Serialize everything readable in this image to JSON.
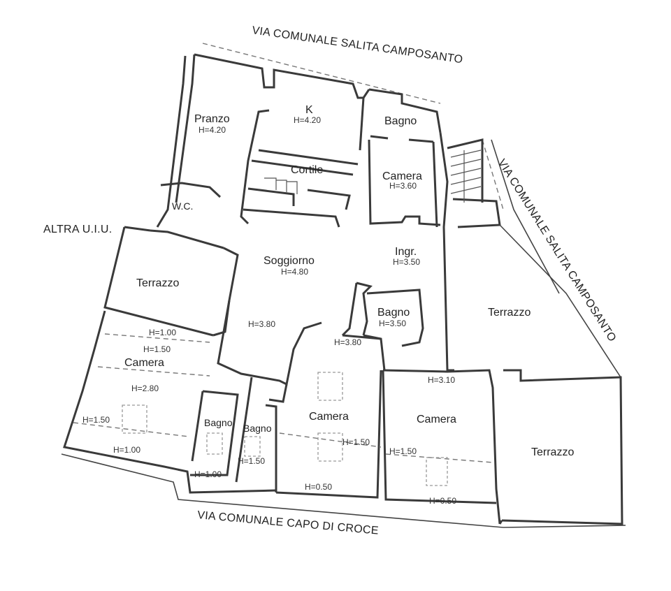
{
  "streets": {
    "top": "VIA COMUNALE SALITA CAMPOSANTO",
    "right": "VIA COMUNALE SALITA CAMPOSANTO",
    "bottom": "VIA COMUNALE CAPO DI CROCE",
    "left": "ALTRA U.I.U."
  },
  "rooms": {
    "pranzo": {
      "name": "Pranzo",
      "h": "H=4.20"
    },
    "kitchen": {
      "name": "K",
      "h": "H=4.20"
    },
    "bagno_top": {
      "name": "Bagno"
    },
    "cortile": {
      "name": "Cortile"
    },
    "camera_top": {
      "name": "Camera",
      "h": "H=3.60"
    },
    "wc": {
      "name": "W.C."
    },
    "soggiorno": {
      "name": "Soggiorno",
      "h": "H=4.80"
    },
    "ingresso": {
      "name": "Ingr.",
      "h": "H=3.50"
    },
    "terrazzo_left": {
      "name": "Terrazzo"
    },
    "bagno_mid": {
      "name": "Bagno",
      "h": "H=3.50"
    },
    "terrazzo_right": {
      "name": "Terrazzo"
    },
    "soggiorno_h2": "H=3.80",
    "corridor_h": "H=3.80",
    "camera_left": {
      "name": "Camera",
      "h1": "H=1.00",
      "h2": "H=1.50",
      "h3": "H=2.80",
      "h4": "H=1.50",
      "h5": "H=1.00"
    },
    "bagno_a": {
      "name": "Bagno",
      "h": "H=1.00"
    },
    "bagno_b": {
      "name": "Bagno",
      "h": "H=1.50"
    },
    "camera_mid": {
      "name": "Camera",
      "h1": "H=1.50",
      "h2": "H=0.50"
    },
    "camera_right": {
      "name": "Camera",
      "h1": "H=3.10",
      "h2": "H=1.50",
      "h3": "H=0.50"
    },
    "terrazzo_bottom": {
      "name": "Terrazzo"
    }
  }
}
